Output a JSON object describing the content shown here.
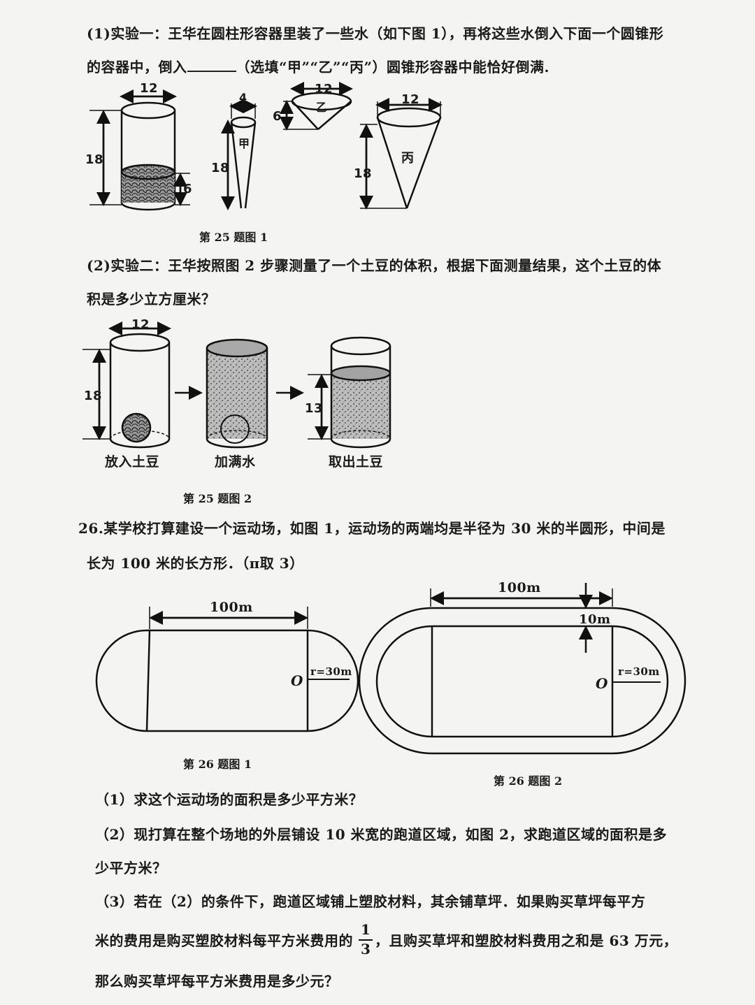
{
  "q25": {
    "part1_line1": "(1)实验一：王华在圆柱形容器里装了一些水（如下图 1），再将这些水倒入下面一个圆锥形",
    "part1_line2_a": "的容器中，倒入",
    "part1_line2_b": "（选填“甲”“乙”“丙”）圆锥形容器中能恰好倒满.",
    "fig1": {
      "cyl_width": "12",
      "cyl_height": "18",
      "water_height": "6",
      "jia_width": "4",
      "jia_height": "18",
      "jia_name": "甲",
      "yi_width": "12",
      "yi_height": "6",
      "yi_name": "乙",
      "bing_width": "12",
      "bing_height": "18",
      "bing_name": "丙",
      "caption": "第 25 题图 1"
    },
    "part2_line1": "(2)实验二：王华按照图 2 步骤测量了一个土豆的体积，根据下面测量结果，这个土豆的体",
    "part2_line2": "积是多少立方厘米？",
    "fig2": {
      "width": "12",
      "height": "18",
      "water_height": "13",
      "step1": "放入土豆",
      "step2": "加满水",
      "step3": "取出土豆",
      "caption": "第 25 题图 2"
    }
  },
  "q26": {
    "line1": "26.某学校打算建设一个运动场，如图 1，运动场的两端均是半径为 30 米的半圆形，中间是",
    "line2": "长为 100 米的长方形．（π取 3）",
    "fig1": {
      "length": "100m",
      "center": "O",
      "radius": "r=30m",
      "caption": "第 26 题图 1"
    },
    "fig2": {
      "length": "100m",
      "track": "10m",
      "center": "O",
      "radius": "r=30m",
      "caption": "第 26 题图 2"
    },
    "sub1": "（1）求这个运动场的面积是多少平方米？",
    "sub2_line1": "（2）现打算在整个场地的外层铺设 10 米宽的跑道区域，如图 2，求跑道区域的面积是多",
    "sub2_line2": "少平方米？",
    "sub3_line1": "（3）若在（2）的条件下，跑道区域铺上塑胶材料，其余铺草坪．如果购买草坪每平方",
    "sub3_line2_a": "米的费用是购买塑胶材料每平方米费用的",
    "frac_num": "1",
    "frac_den": "3",
    "sub3_line2_b": "，且购买草坪和塑胶材料费用之和是 63 万元，",
    "sub3_line3": "那么购买草坪每平方米费用是多少元？"
  }
}
